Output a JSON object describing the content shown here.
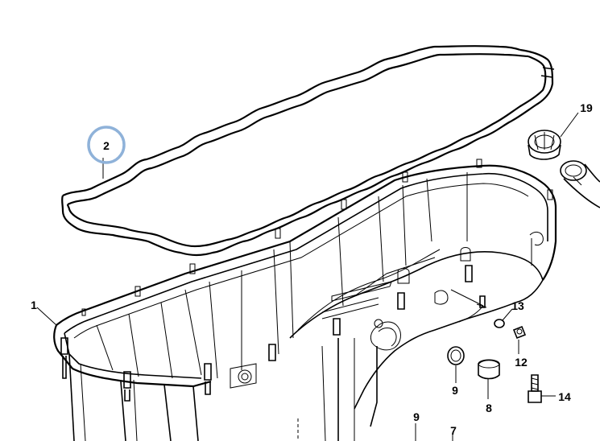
{
  "callouts": {
    "c1": "1",
    "c2": "2",
    "c7": "7",
    "c8": "8",
    "c9a": "9",
    "c9b": "9",
    "c12": "12",
    "c13": "13",
    "c14": "14",
    "c19": "19"
  },
  "colors": {
    "line": "#000000",
    "highlight_ring": "#8fb2d9",
    "background": "#ffffff"
  },
  "highlighted_callout": "2"
}
